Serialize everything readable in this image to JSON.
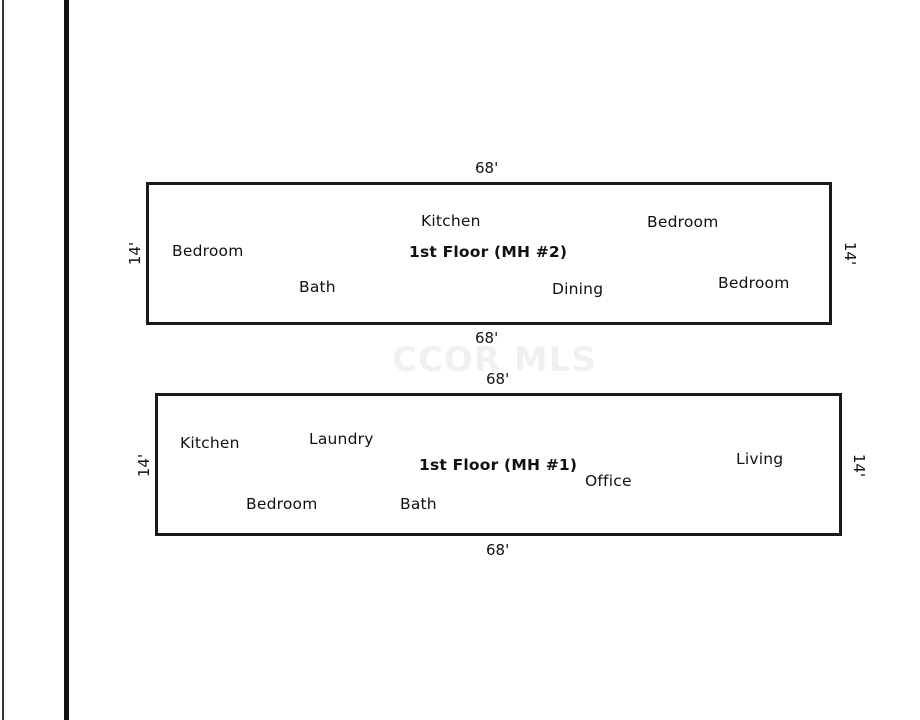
{
  "watermark": "CCOR MLS",
  "floor_mh2": {
    "title": "1st Floor (MH #2)",
    "dim_top": "68'",
    "dim_bottom": "68'",
    "dim_left": "14'",
    "dim_right": "14'",
    "rooms": {
      "kitchen": "Kitchen",
      "bedroom_left": "Bedroom",
      "bedroom_top_right": "Bedroom",
      "bedroom_bottom_right": "Bedroom",
      "bath": "Bath",
      "dining": "Dining"
    }
  },
  "floor_mh1": {
    "title": "1st Floor (MH #1)",
    "dim_top": "68'",
    "dim_bottom": "68'",
    "dim_left": "14'",
    "dim_right": "14'",
    "rooms": {
      "kitchen": "Kitchen",
      "laundry": "Laundry",
      "bedroom": "Bedroom",
      "bath": "Bath",
      "office": "Office",
      "living": "Living"
    }
  }
}
